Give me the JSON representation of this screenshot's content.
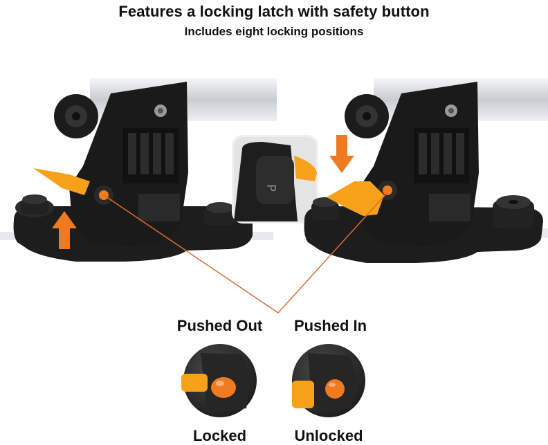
{
  "title": "Features a locking latch with safety button",
  "subtitle": "Includes eight locking positions",
  "states": [
    {
      "heading": "Pushed Out",
      "state": "Locked"
    },
    {
      "heading": "Pushed In",
      "state": "Unlocked"
    }
  ],
  "colors": {
    "accent": "#f07a1f",
    "latch": "#f7a11a",
    "body": "#1a1a1a",
    "rail": "#d9dcdf"
  }
}
